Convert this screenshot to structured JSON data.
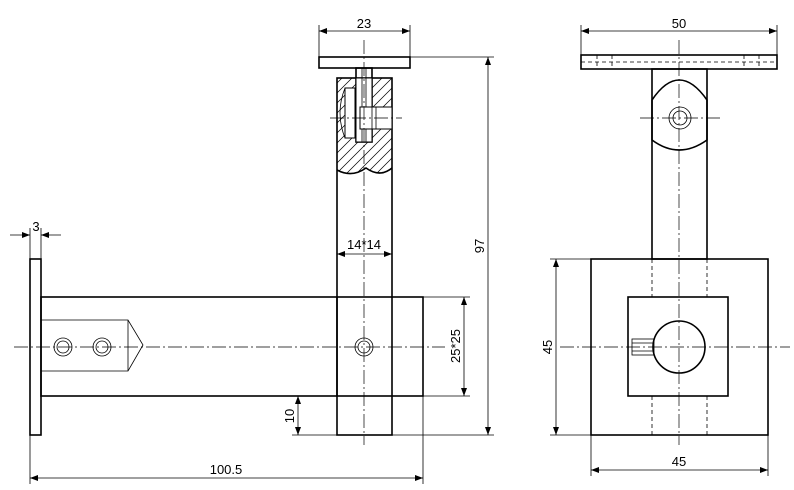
{
  "dimensions": {
    "top_plate_width": "23",
    "post_section": "14*14",
    "total_height": "97",
    "arm_section": "25*25",
    "arm_offset": "10",
    "overall_length": "100.5",
    "wall_plate_thickness": "3",
    "side_plate_width": "50",
    "side_block_height": "45",
    "side_block_width": "45"
  }
}
